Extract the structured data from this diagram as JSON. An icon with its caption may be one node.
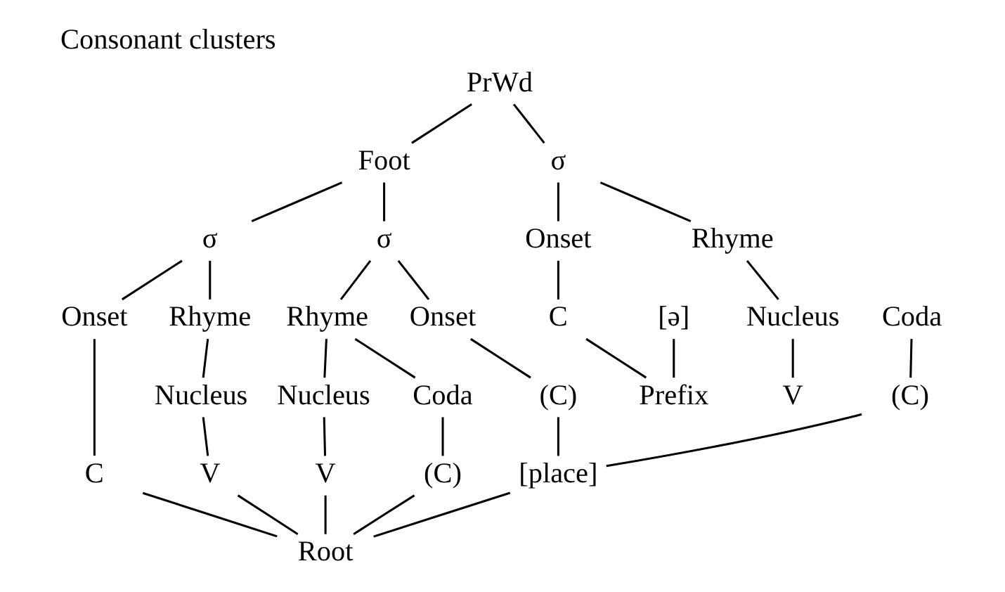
{
  "diagram": {
    "title": "Consonant clusters",
    "nodes": [
      {
        "text": [
          "PrWd"
        ]
      },
      {
        "text": [
          "Foot"
        ]
      },
      {
        "text": [
          "σ"
        ]
      },
      {
        "text": [
          "σ"
        ]
      },
      {
        "text": [
          "σ"
        ]
      },
      {
        "text": [
          "Onset"
        ]
      },
      {
        "text": [
          "Rhyme"
        ]
      },
      {
        "text": [
          "Onset"
        ]
      },
      {
        "text": [
          "Rhyme"
        ]
      },
      {
        "text": [
          "Onset"
        ]
      },
      {
        "text": [
          "Rhyme"
        ]
      },
      {
        "text": [
          "Nucleus"
        ]
      },
      {
        "text": [
          "Nucleus"
        ]
      },
      {
        "text": [
          "Coda"
        ]
      },
      {
        "text": [
          "Nucleus"
        ]
      },
      {
        "text": [
          "Coda"
        ]
      },
      {
        "text": [
          "C"
        ]
      },
      {
        "text": [
          "V"
        ]
      },
      {
        "text": [
          "C"
        ]
      },
      {
        "text": [
          "V"
        ]
      },
      {
        "text": [
          "(C)"
        ]
      },
      {
        "text": [
          "(C)"
        ]
      },
      {
        "text": [
          "V"
        ]
      },
      {
        "text": [
          "(C)"
        ]
      },
      {
        "text": [
          "[ə]"
        ]
      },
      {
        "text": [
          "[place]"
        ]
      },
      {
        "text": [
          "Prefix"
        ]
      },
      {
        "text": [
          "Root"
        ]
      }
    ],
    "edges": [
      {
        "from": 0,
        "to": 2,
        "arrow": "none"
      },
      {
        "from": 0,
        "to": 1,
        "arrow": "none"
      },
      {
        "from": 1,
        "to": 3,
        "arrow": "none"
      },
      {
        "from": 1,
        "to": 4,
        "arrow": "none"
      },
      {
        "from": 2,
        "to": 5,
        "arrow": "none"
      },
      {
        "from": 2,
        "to": 6,
        "arrow": "none"
      },
      {
        "from": 3,
        "to": 7,
        "arrow": "none"
      },
      {
        "from": 3,
        "to": 8,
        "arrow": "none"
      },
      {
        "from": 4,
        "to": 9,
        "arrow": "none"
      },
      {
        "from": 4,
        "to": 10,
        "arrow": "none"
      },
      {
        "from": 5,
        "to": 16,
        "arrow": "none"
      },
      {
        "from": 6,
        "to": 11,
        "arrow": "none"
      },
      {
        "from": 11,
        "to": 17,
        "arrow": "none"
      },
      {
        "from": 7,
        "to": 18,
        "arrow": "none"
      },
      {
        "from": 8,
        "to": 12,
        "arrow": "none"
      },
      {
        "from": 12,
        "to": 19,
        "arrow": "none"
      },
      {
        "from": 13,
        "to": 20,
        "arrow": "none"
      },
      {
        "from": 9,
        "to": 21,
        "arrow": "none"
      },
      {
        "from": 10,
        "to": 14,
        "arrow": "none"
      },
      {
        "from": 10,
        "to": 15,
        "arrow": "none"
      },
      {
        "from": 14,
        "to": 22,
        "arrow": "none"
      },
      {
        "from": 15,
        "to": 23,
        "arrow": "none"
      },
      {
        "from": 20,
        "to": 25,
        "arrow": "none"
      },
      {
        "from": 21,
        "to": 25,
        "arrow": "none"
      },
      {
        "from": 16,
        "to": 26,
        "arrow": "none"
      },
      {
        "from": 24,
        "to": 26,
        "arrow": "none"
      },
      {
        "from": 18,
        "to": 27,
        "arrow": "none"
      },
      {
        "from": 19,
        "to": 27,
        "arrow": "none"
      },
      {
        "from": 25,
        "to": 27,
        "arrow": "none"
      },
      {
        "from": 22,
        "to": 27,
        "arrow": "none"
      },
      {
        "from": 23,
        "to": 27,
        "arrow": "none"
      }
    ]
  }
}
